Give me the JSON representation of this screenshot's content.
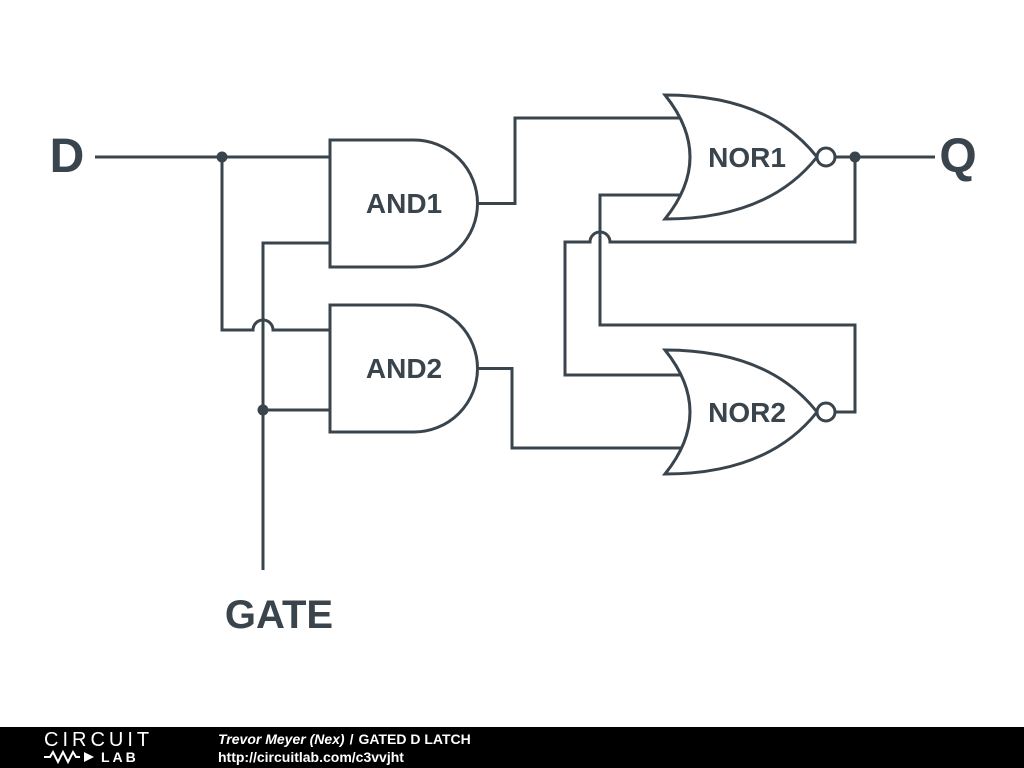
{
  "diagram": {
    "labels": {
      "d": "D",
      "q": "Q",
      "gate": "GATE",
      "and1": "AND1",
      "and2": "AND2",
      "nor1": "NOR1",
      "nor2": "NOR2"
    }
  },
  "footer": {
    "logo": {
      "line1": "CIRCUIT",
      "line2": "LAB"
    },
    "author": "Trevor Meyer (Nex)",
    "separator": "/",
    "title": "GATED D LATCH",
    "url": "http://circuitlab.com/c3vvjht"
  },
  "colors": {
    "wire": "#3a444d",
    "label_text": "#3a444d",
    "background": "#ffffff",
    "footer_background": "#000000",
    "footer_text": "#ffffff"
  }
}
